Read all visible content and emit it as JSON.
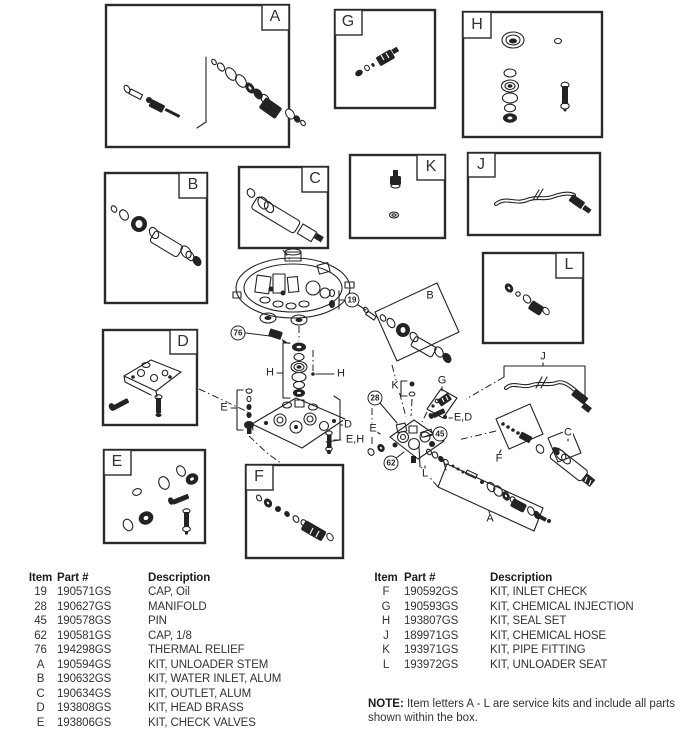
{
  "diagram": {
    "box_letters": {
      "a": "A",
      "b": "B",
      "c": "C",
      "d": "D",
      "e": "E",
      "f": "F",
      "g": "G",
      "h": "H",
      "j": "J",
      "k": "K",
      "l": "L"
    },
    "callouts": {
      "n19": "19",
      "n28": "28",
      "n45": "45",
      "n62": "62",
      "n76": "76"
    },
    "labels": {
      "h_left": "H",
      "h_right": "H",
      "e_left": "E",
      "e_right": "E",
      "d": "D",
      "eh": "E,H",
      "ed": "E,D",
      "k": "K",
      "g": "G",
      "b": "B",
      "j": "J",
      "f": "F",
      "c": "C",
      "l": "L",
      "a": "A"
    }
  },
  "tables": {
    "left": {
      "headers": [
        "Item",
        "Part #",
        "Description"
      ],
      "rows": [
        [
          "19",
          "190571GS",
          "CAP, Oil"
        ],
        [
          "28",
          "190627GS",
          "MANIFOLD"
        ],
        [
          "45",
          "190578GS",
          "PIN"
        ],
        [
          "62",
          "190581GS",
          "CAP, 1/8"
        ],
        [
          "76",
          "194298GS",
          "THERMAL RELIEF"
        ],
        [
          "A",
          "190594GS",
          "KIT, UNLOADER STEM"
        ],
        [
          "B",
          "190632GS",
          "KIT, WATER INLET, ALUM"
        ],
        [
          "C",
          "190634GS",
          "KIT, OUTLET, ALUM"
        ],
        [
          "D",
          "193808GS",
          "KIT, HEAD BRASS"
        ],
        [
          "E",
          "193806GS",
          "KIT, CHECK VALVES"
        ]
      ]
    },
    "right": {
      "headers": [
        "Item",
        "Part #",
        "Description"
      ],
      "rows": [
        [
          "F",
          "190592GS",
          "KIT, INLET CHECK"
        ],
        [
          "G",
          "190593GS",
          "KIT, CHEMICAL INJECTION"
        ],
        [
          "H",
          "193807GS",
          "KIT, SEAL SET"
        ],
        [
          "J",
          "189971GS",
          "KIT, CHEMICAL HOSE"
        ],
        [
          "K",
          "193971GS",
          "KIT, PIPE FITTING"
        ],
        [
          "L",
          "193972GS",
          "KIT, UNLOADER SEAT"
        ]
      ]
    }
  },
  "note": {
    "label": "NOTE:",
    "text": " Item letters A - L are service kits and include all parts shown within the box."
  }
}
